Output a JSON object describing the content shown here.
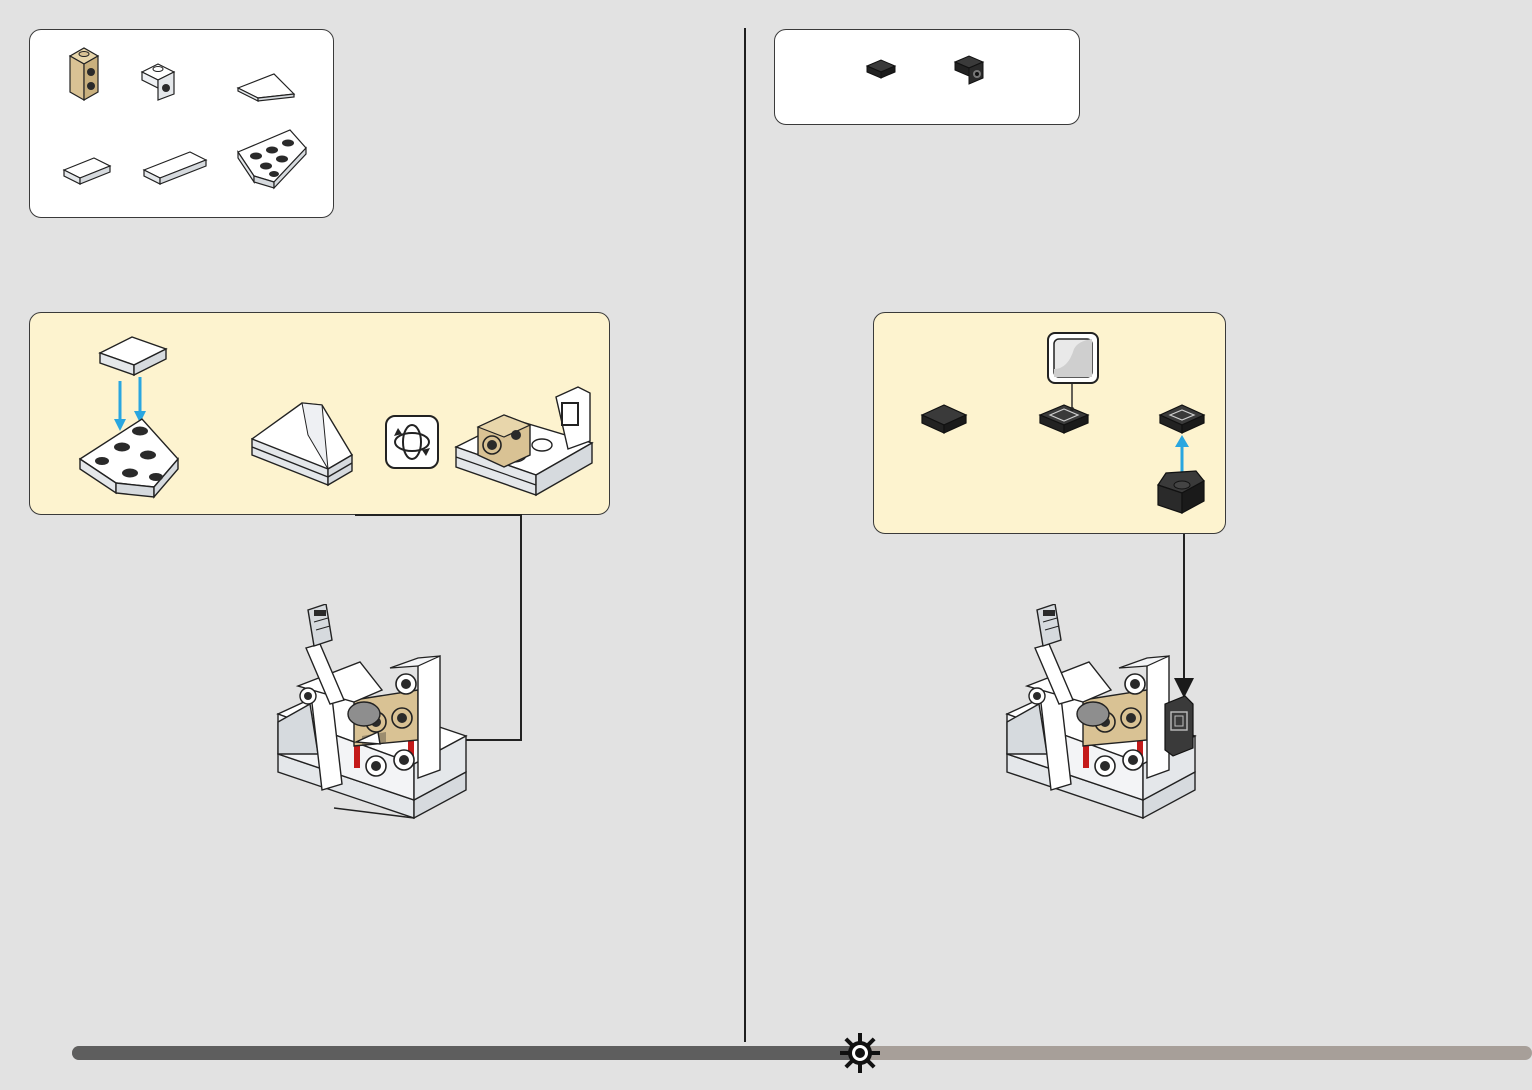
{
  "colors": {
    "background": "#e2e2e2",
    "panel_white": "#ffffff",
    "subassembly_yellow": "#fdf3cf",
    "brick_white": "#f7f8fa",
    "brick_tan": "#d9c294",
    "brick_black": "#2a2a2a",
    "arrow_blue": "#29a6e0",
    "accent_red": "#c41a1a",
    "progress_done": "#5e5e5e",
    "progress_remaining": "#a79f99"
  },
  "left_page": {
    "parts_list": [
      {
        "icon": "tan-bracket-icon"
      },
      {
        "icon": "white-bracket-icon"
      },
      {
        "icon": "white-wedge-tile-icon"
      },
      {
        "icon": "white-tile-1x2-icon"
      },
      {
        "icon": "white-tile-1x3-icon"
      },
      {
        "icon": "white-wedge-plate-icon"
      }
    ],
    "subassembly_steps": [
      "wedge-plate-with-tile",
      "wedge-assembled",
      "rotate-model-icon",
      "bracket-mounted"
    ]
  },
  "right_page": {
    "parts_list": [
      {
        "icon": "black-tile-1x1-icon"
      },
      {
        "icon": "black-bracket-icon"
      }
    ],
    "subassembly_steps": [
      "black-tile",
      "sticker-applied",
      "bracket-attached"
    ]
  },
  "progress": {
    "fraction": 0.54
  }
}
